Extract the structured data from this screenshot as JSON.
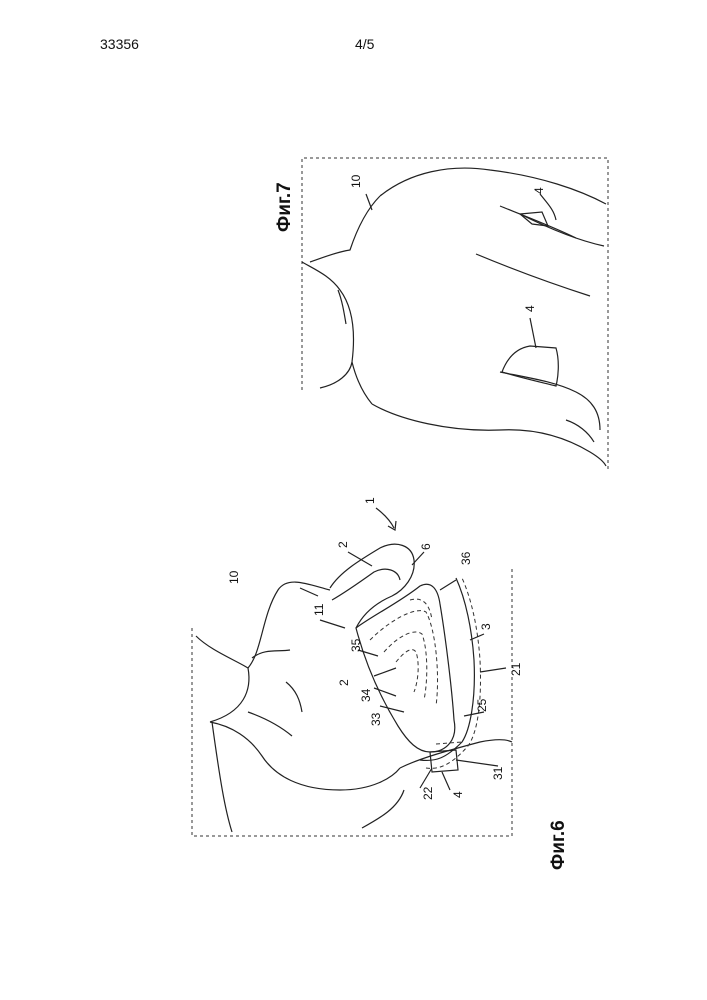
{
  "header": {
    "doc_number": "33356",
    "page": "4/5"
  },
  "fig6": {
    "caption": "Фиг.6",
    "labels": {
      "l1": "1",
      "l2a": "2",
      "l2b": "2",
      "l3": "3",
      "l4": "4",
      "l6": "6",
      "l10": "10",
      "l11": "11",
      "l21": "21",
      "l22": "22",
      "l25": "25",
      "l31": "31",
      "l33": "33",
      "l34": "34",
      "l35": "35",
      "l36": "36"
    }
  },
  "fig7": {
    "caption": "Фиг.7",
    "labels": {
      "l10": "10",
      "l4a": "4",
      "l4b": "4"
    }
  }
}
